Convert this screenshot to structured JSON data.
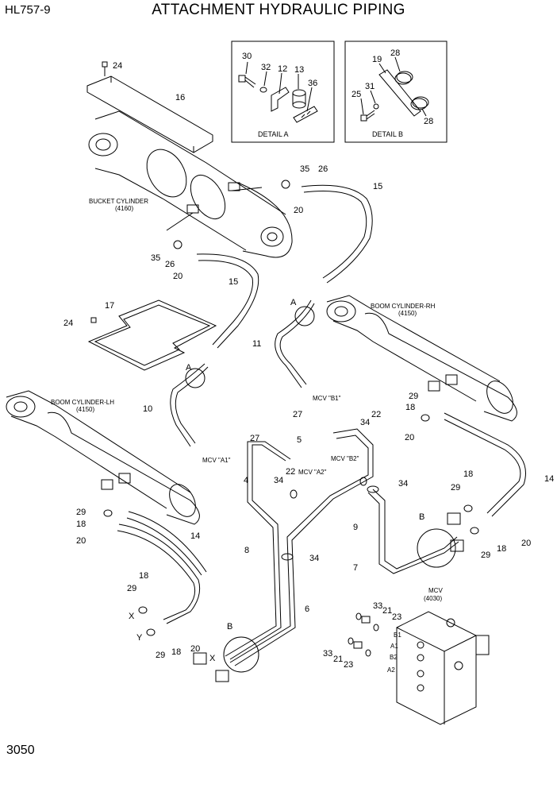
{
  "header": {
    "model": "HL757-9",
    "title": "ATTACHMENT HYDRAULIC PIPING"
  },
  "footer": {
    "page_number": "3050"
  },
  "details": [
    {
      "id": "detail-a",
      "caption": "DETAIL A",
      "parts": [
        "30",
        "32",
        "12",
        "13",
        "36"
      ]
    },
    {
      "id": "detail-b",
      "caption": "DETAIL B",
      "parts": [
        "19",
        "28",
        "31",
        "25",
        "28"
      ]
    }
  ],
  "components": [
    {
      "name": "BUCKET CYLINDER",
      "ref": "(4160)"
    },
    {
      "name": "BOOM CYLINDER-RH",
      "ref": "(4150)"
    },
    {
      "name": "BOOM CYLINDER-LH",
      "ref": "(4150)"
    },
    {
      "name": "MCV",
      "ref": "(4030)"
    }
  ],
  "callouts": [
    "24",
    "16",
    "35",
    "26",
    "15",
    "20",
    "35",
    "26",
    "20",
    "15",
    "17",
    "24",
    "A",
    "11",
    "MCV \"B1\"",
    "A",
    "10",
    "MCV \"A1\"",
    "29",
    "18",
    "20",
    "27",
    "34",
    "22",
    "5",
    "MCV \"B2\"",
    "27",
    "22",
    "MCV \"A2\"",
    "4",
    "34",
    "34",
    "14",
    "18",
    "29",
    "B",
    "9",
    "29",
    "18",
    "20",
    "8",
    "34",
    "7",
    "29",
    "18",
    "20",
    "14",
    "18",
    "29",
    "X",
    "Y",
    "29",
    "18",
    "20",
    "6",
    "B",
    "X",
    "33",
    "21",
    "23",
    "33",
    "21",
    "23"
  ],
  "port_labels": [
    "B1",
    "A1",
    "B2",
    "A2"
  ]
}
